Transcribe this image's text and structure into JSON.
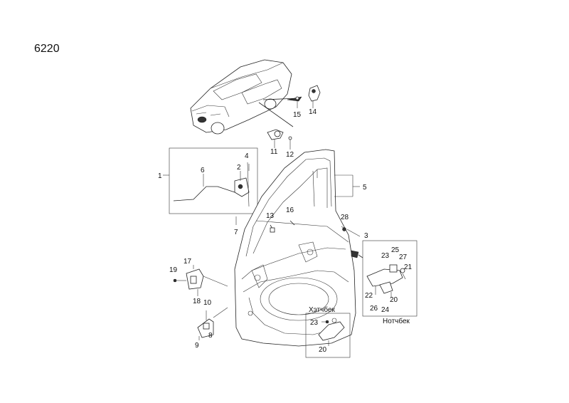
{
  "page_code": "6220",
  "inset_labels": {
    "hatchback": "Хэтчбек",
    "notchback": "Нотчбек"
  },
  "callouts": [
    "1",
    "2",
    "3",
    "4",
    "5",
    "6",
    "7",
    "8",
    "9",
    "10",
    "11",
    "12",
    "13",
    "14",
    "15",
    "16",
    "17",
    "18",
    "19",
    "20",
    "21",
    "22",
    "23",
    "24",
    "25",
    "26",
    "27",
    "28",
    "23",
    "20"
  ]
}
